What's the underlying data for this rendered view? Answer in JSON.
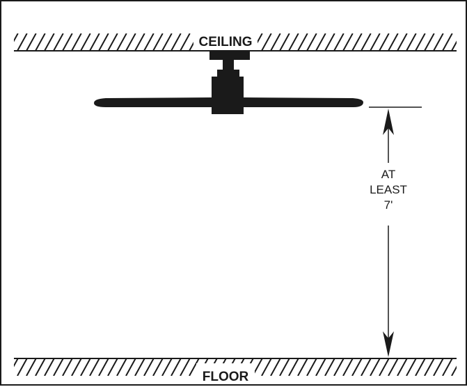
{
  "diagram": {
    "ceiling_label": "CEILING",
    "floor_label": "FLOOR",
    "clearance_label": [
      "AT",
      "LEAST",
      "7'"
    ],
    "line_color": "#1a1a1a",
    "fan_color": "#1a1a1a"
  }
}
